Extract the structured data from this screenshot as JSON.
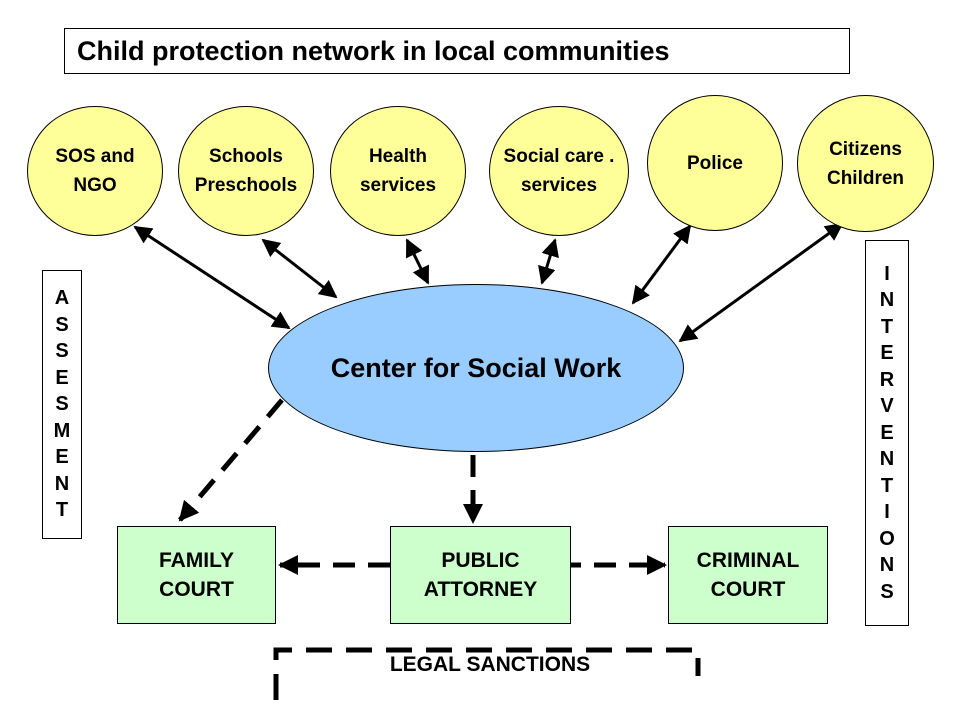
{
  "title": "Child protection network in local communities",
  "partners": [
    {
      "id": "sos",
      "label": "SOS and\nNGO"
    },
    {
      "id": "schools",
      "label": "Schools\nPreschools"
    },
    {
      "id": "health",
      "label": "Health\nservices"
    },
    {
      "id": "social-care",
      "label": "Social care .\nservices"
    },
    {
      "id": "police",
      "label": "Police"
    },
    {
      "id": "citizens",
      "label": "Citizens\nChildren"
    }
  ],
  "center": {
    "label": "Center for Social Work"
  },
  "courts": [
    {
      "id": "family-court",
      "label": "FAMILY\nCOURT"
    },
    {
      "id": "public-attorney",
      "label": "PUBLIC\nATTORNEY"
    },
    {
      "id": "criminal-court",
      "label": "CRIMINAL\nCOURT"
    }
  ],
  "side_labels": {
    "left": "ASSESMENT",
    "right": "INTERVENTIONS"
  },
  "legal_sanctions": "LEGAL SANCTIONS",
  "colors": {
    "partner_fill": "#ffff99",
    "center_fill": "#99ccff",
    "court_fill": "#ccffcc",
    "stroke": "#000000"
  },
  "relations": [
    {
      "from": "sos",
      "to": "center",
      "style": "solid",
      "direction": "both"
    },
    {
      "from": "schools",
      "to": "center",
      "style": "solid",
      "direction": "both"
    },
    {
      "from": "health",
      "to": "center",
      "style": "solid",
      "direction": "both"
    },
    {
      "from": "social-care",
      "to": "center",
      "style": "solid",
      "direction": "both"
    },
    {
      "from": "police",
      "to": "center",
      "style": "solid",
      "direction": "both"
    },
    {
      "from": "citizens",
      "to": "center",
      "style": "solid",
      "direction": "both"
    },
    {
      "from": "center",
      "to": "family-court",
      "style": "dashed",
      "direction": "forward"
    },
    {
      "from": "center",
      "to": "public-attorney",
      "style": "dashed",
      "direction": "forward"
    },
    {
      "from": "public-attorney",
      "to": "family-court",
      "style": "dashed",
      "direction": "forward"
    },
    {
      "from": "public-attorney",
      "to": "criminal-court",
      "style": "dashed",
      "direction": "forward"
    }
  ]
}
